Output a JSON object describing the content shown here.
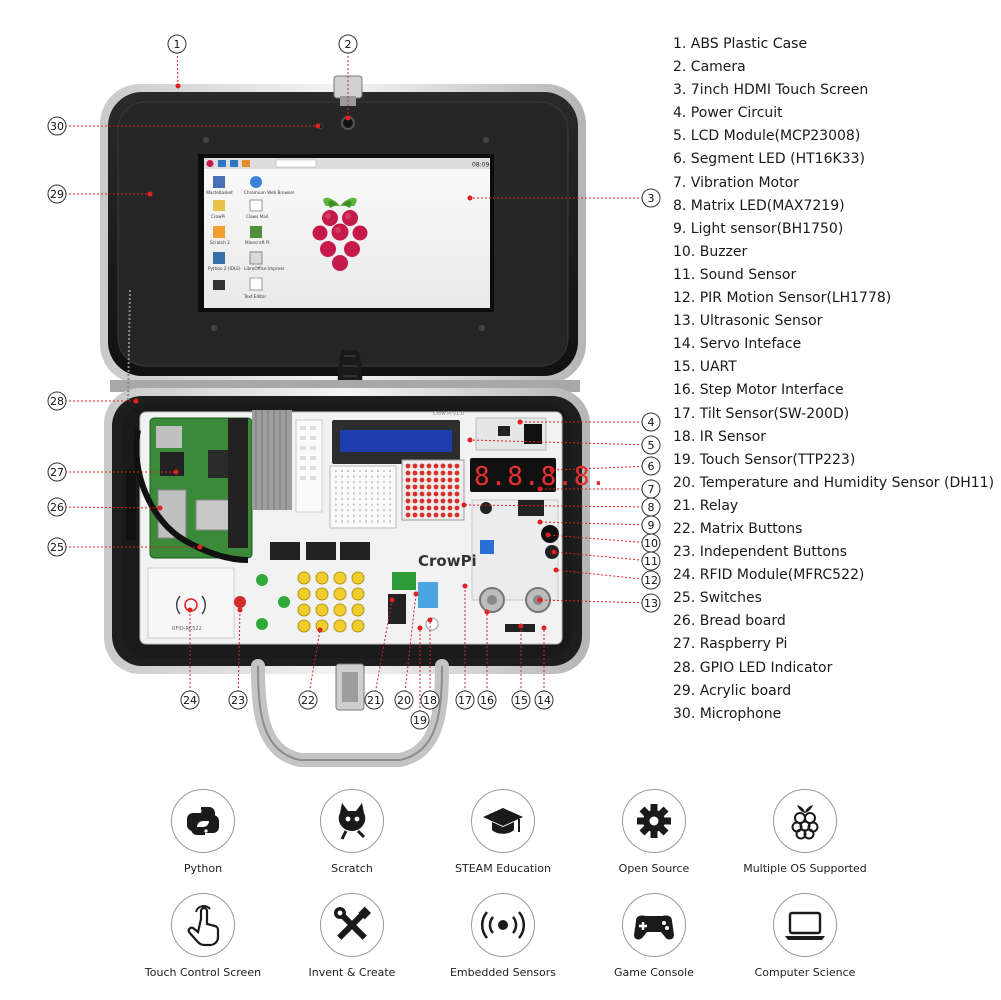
{
  "screen": {
    "icons": [
      "Wastebasket",
      "Chromium Web Browser",
      "CrowPi",
      "Claws Mail",
      "Scratch 2",
      "Minecraft Pi",
      "Python 2 (IDLE)",
      "LibreOffice Impress",
      "Text Editor"
    ],
    "clock": "08:09"
  },
  "board": {
    "brand": "CrowPi",
    "header_text": "Crow Pi v1.0",
    "segment_display": "8.8.8.8.",
    "rfid_label": "RFID-RC522"
  },
  "callouts": [
    "1",
    "2",
    "3",
    "4",
    "5",
    "6",
    "7",
    "8",
    "9",
    "10",
    "11",
    "12",
    "13",
    "14",
    "15",
    "16",
    "17",
    "18",
    "19",
    "20",
    "21",
    "22",
    "23",
    "24",
    "25",
    "26",
    "27",
    "28",
    "29",
    "30"
  ],
  "components": [
    "1. ABS Plastic Case",
    "2. Camera",
    "3. 7inch HDMI Touch Screen",
    "4. Power Circuit",
    "5. LCD Module(MCP23008)",
    "6. Segment LED (HT16K33)",
    "7. Vibration Motor",
    "8. Matrix LED(MAX7219)",
    "9. Light sensor(BH1750)",
    "10. Buzzer",
    "11. Sound Sensor",
    "12. PIR Motion Sensor(LH1778)",
    "13. Ultrasonic Sensor",
    "14. Servo Inteface",
    "15. UART",
    "16. Step Motor Interface",
    "17. Tilt Sensor(SW-200D)",
    "18. IR Sensor",
    "19. Touch Sensor(TTP223)",
    "20. Temperature and Humidity Sensor (DH11)",
    "21. Relay",
    "22. Matrix Buttons",
    "23. Independent Buttons",
    "24. RFID Module(MFRC522)",
    "25. Switches",
    "26. Bread board",
    "27. Raspberry Pi",
    "28. GPIO LED Indicator",
    "29. Acrylic board",
    "30. Microphone"
  ],
  "features": [
    {
      "label": "Python",
      "icon": "python-icon"
    },
    {
      "label": "Scratch",
      "icon": "scratch-cat-icon"
    },
    {
      "label": "STEAM Education",
      "icon": "graduation-cap-icon"
    },
    {
      "label": "Open Source",
      "icon": "gear-icon"
    },
    {
      "label": "Multiple OS Supported",
      "icon": "raspberry-icon"
    },
    {
      "label": "Touch Control Screen",
      "icon": "touch-hand-icon"
    },
    {
      "label": "Invent & Create",
      "icon": "tools-icon"
    },
    {
      "label": "Embedded Sensors",
      "icon": "signal-waves-icon"
    },
    {
      "label": "Game Console",
      "icon": "gamepad-icon"
    },
    {
      "label": "Computer Science",
      "icon": "laptop-icon"
    }
  ],
  "colors": {
    "callout_red": "#e02020",
    "case_dark": "#1c1c1c",
    "board_white": "#f2f2f2",
    "raspberry_red": "#c51a4a",
    "leaf_green": "#5bb53b",
    "icon_dark": "#1a1a1a"
  }
}
